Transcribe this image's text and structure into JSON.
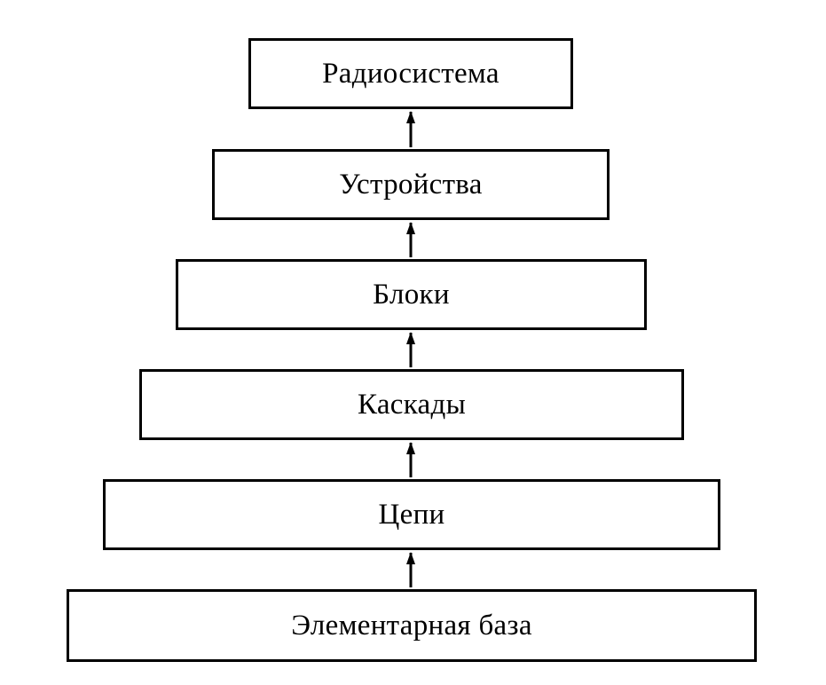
{
  "diagram": {
    "levels": [
      {
        "label": "Радиосистема"
      },
      {
        "label": "Устройства"
      },
      {
        "label": "Блоки"
      },
      {
        "label": "Каскады"
      },
      {
        "label": "Цепи"
      },
      {
        "label": "Элементарная база"
      }
    ],
    "colors": {
      "stroke": "#000000",
      "background": "#ffffff"
    }
  }
}
